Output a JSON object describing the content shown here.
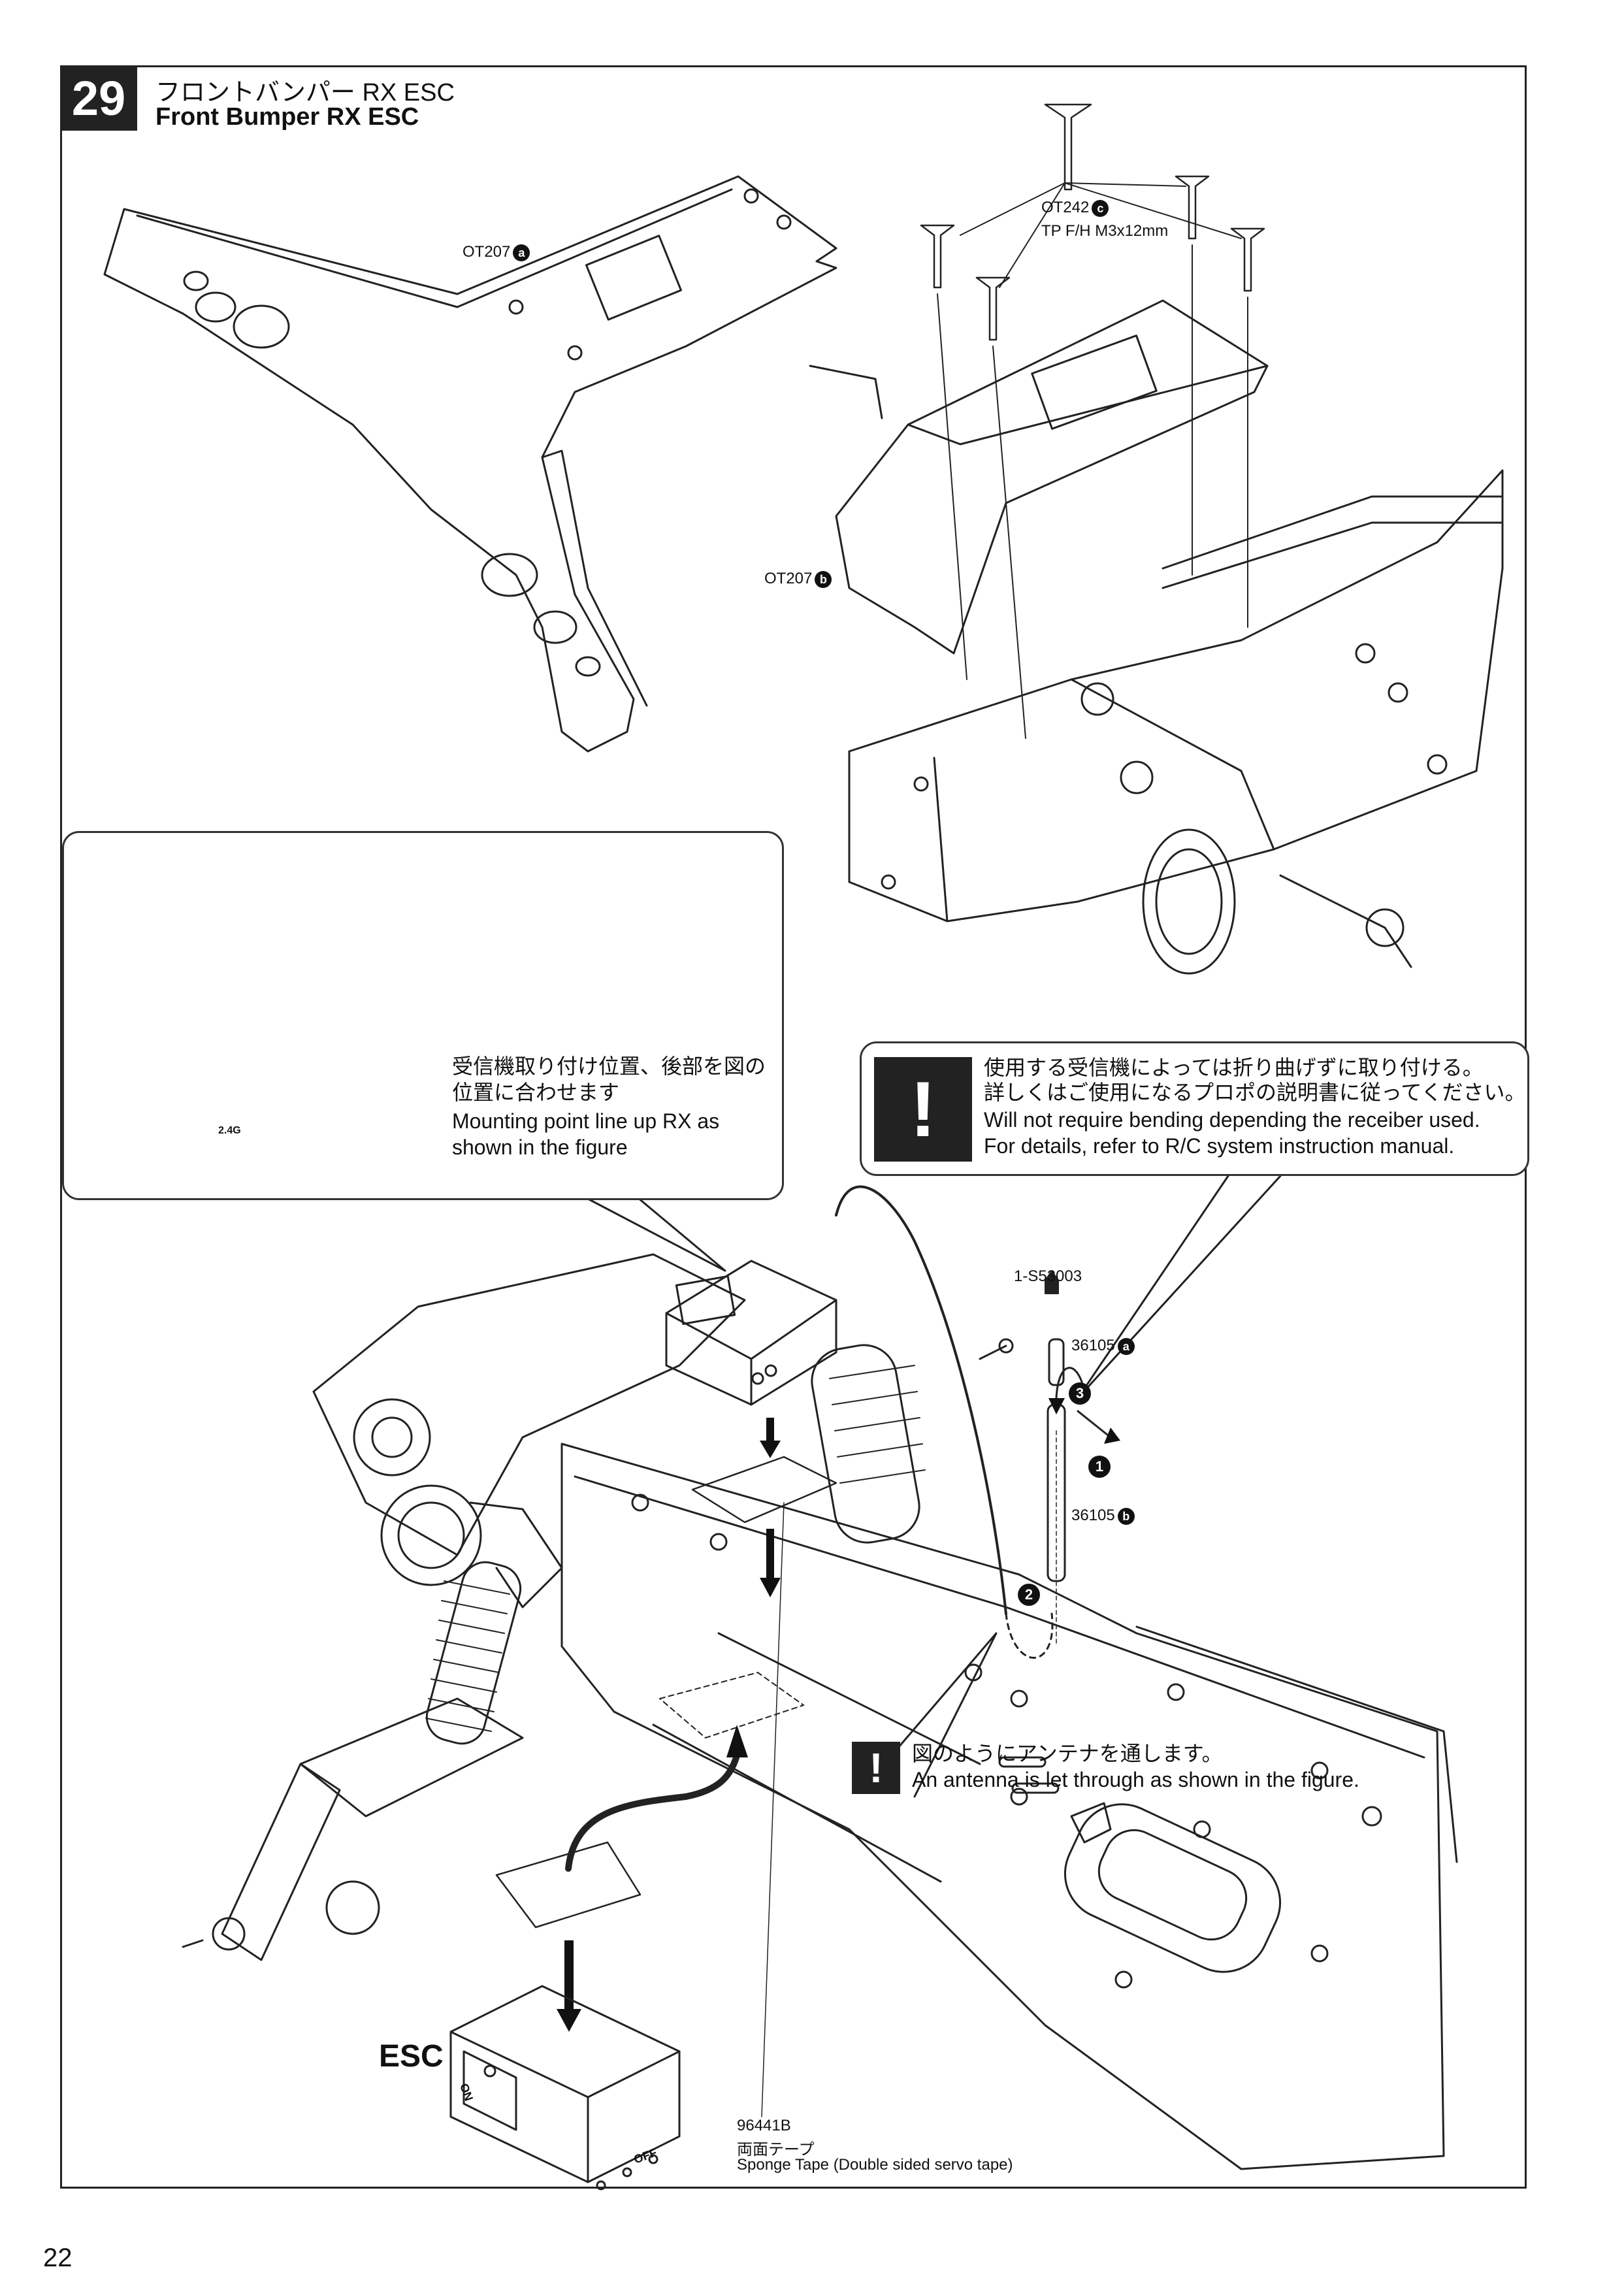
{
  "header": {
    "step_number": "29",
    "title_jp": "フロントバンパー RX ESC",
    "title_en": "Front Bumper RX ESC"
  },
  "parts": {
    "bumper_a": "OT207",
    "bumper_a_mark": "a",
    "bumper_b": "OT207",
    "bumper_b_mark": "b",
    "screw_code": "OT242",
    "screw_mark": "c",
    "screw_desc": "TP F/H M3x12mm",
    "cap_code": "1-S53003",
    "tube_a": "36105",
    "tube_a_mark": "a",
    "tube_b": "36105",
    "tube_b_mark": "b",
    "tape_code": "96441B",
    "tape_jp": "両面テープ",
    "tape_en": "Sponge Tape (Double sided servo tape)"
  },
  "receiver_callout": {
    "text_jp_1": "受信機取り付け位置、後部を図の",
    "text_jp_2": "位置に合わせます",
    "text_en_1": "Mounting point line up RX as",
    "text_en_2": "shown in the figure",
    "rx_label": "2.4G"
  },
  "warning_callout_1": {
    "icon": "!",
    "text_jp_1": "使用する受信機によっては折り曲げずに取り付ける。",
    "text_jp_2": "詳しくはご使用になるプロポの説明書に従ってください。",
    "text_en_1": "Will not require bending depending the receiber used.",
    "text_en_2": "For details, refer to R/C system instruction manual."
  },
  "warning_callout_2": {
    "icon": "!",
    "text_jp": "図のようにアンテナを通します。",
    "text_en": "An antenna is let through as shown in the figure."
  },
  "steps": {
    "s1": "1",
    "s2": "2",
    "s3": "3"
  },
  "esc": {
    "label": "ESC",
    "on": "ON",
    "off": "OFF"
  },
  "footer": {
    "page_number": "22"
  }
}
